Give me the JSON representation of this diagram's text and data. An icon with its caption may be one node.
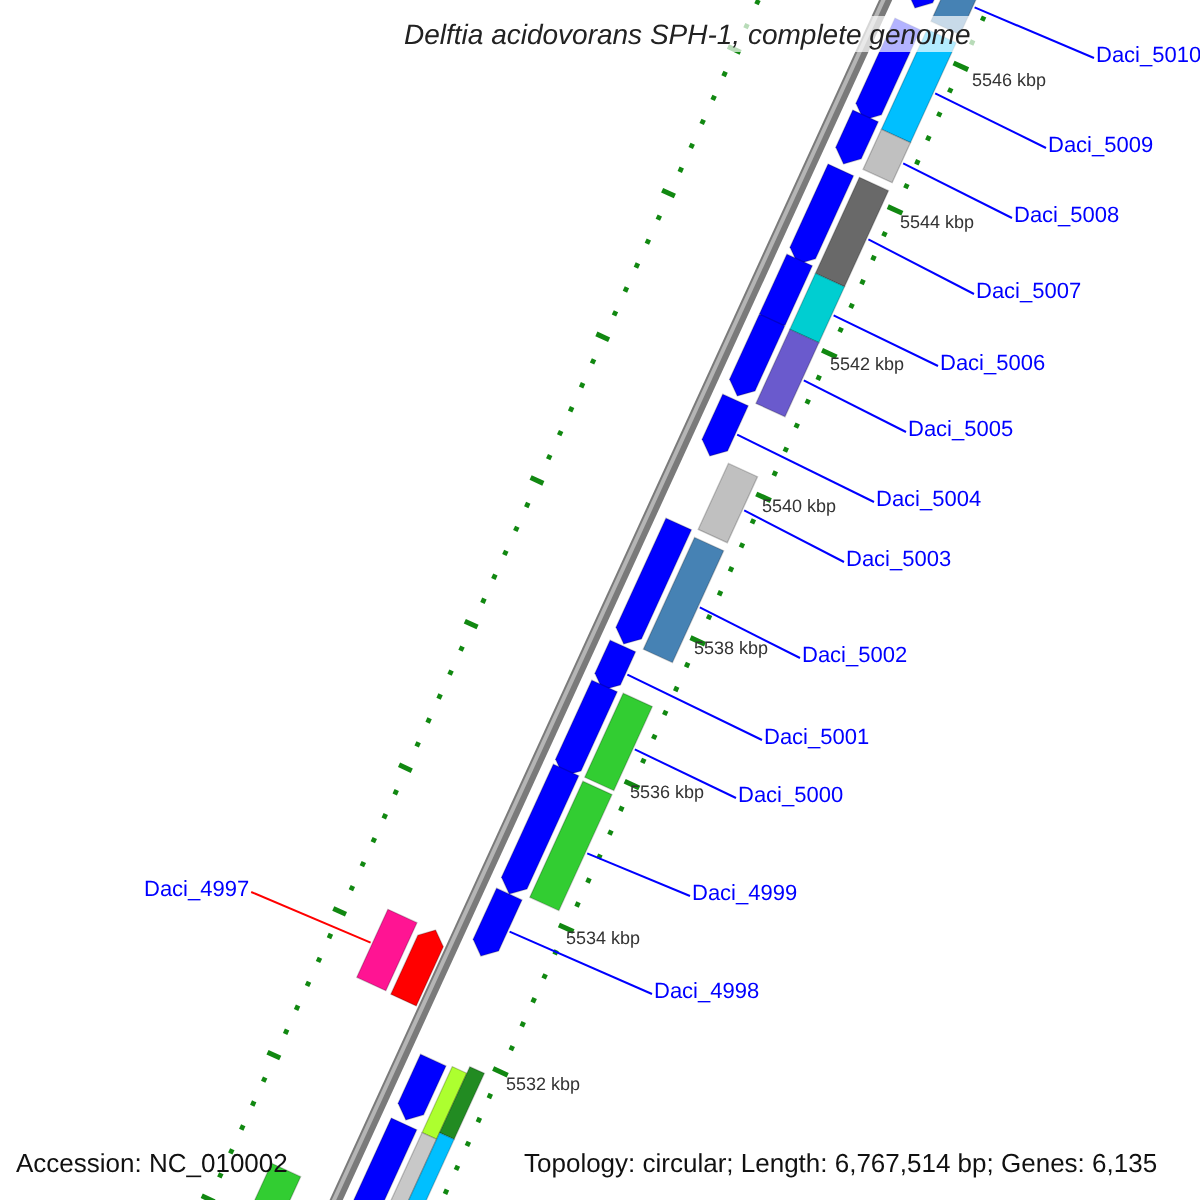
{
  "diagram": {
    "title": "Delftia acidovorans SPH-1, complete genome",
    "nodes": [
      {
        "text": [
          "Daci_5010"
        ]
      },
      {
        "text": [
          "Daci_5009"
        ]
      },
      {
        "text": [
          "Daci_5008"
        ]
      },
      {
        "text": [
          "Daci_5007"
        ]
      },
      {
        "text": [
          "Daci_5006"
        ]
      },
      {
        "text": [
          "Daci_5005"
        ]
      },
      {
        "text": [
          "Daci_5004"
        ]
      },
      {
        "text": [
          "Daci_5003"
        ]
      },
      {
        "text": [
          "Daci_5002"
        ]
      },
      {
        "text": [
          "Daci_5001"
        ]
      },
      {
        "text": [
          "Daci_5000"
        ]
      },
      {
        "text": [
          "Daci_4999"
        ]
      },
      {
        "text": [
          "Daci_4997"
        ]
      },
      {
        "text": [
          "Daci_4998"
        ]
      },
      {
        "text": [],
        "shape": "bar"
      },
      {
        "text": [],
        "shape": "bar"
      },
      {
        "text": [],
        "shape": "bar"
      },
      {
        "text": [],
        "shape": "bar"
      },
      {
        "text": [],
        "shape": "bar"
      },
      {
        "text": [],
        "shape": "bar"
      },
      {
        "text": [],
        "shape": "bar"
      },
      {
        "text": [],
        "shape": "bar"
      },
      {
        "text": [],
        "shape": "bar"
      },
      {
        "text": [],
        "shape": "bar"
      },
      {
        "text": [],
        "shape": "bar"
      },
      {
        "text": [],
        "shape": "bar"
      },
      {
        "text": [],
        "shape": "bar"
      },
      {
        "text": [],
        "shape": "bar"
      },
      {
        "text": [],
        "shape": "bar"
      },
      {
        "text": [],
        "shape": "bar"
      },
      {
        "text": [],
        "shape": "bar"
      },
      {
        "text": [],
        "shape": "bar"
      },
      {
        "text": [],
        "shape": "bar"
      },
      {
        "text": [],
        "shape": "bar"
      },
      {
        "text": [],
        "shape": "bar"
      },
      {
        "text": [],
        "shape": "bar"
      },
      {
        "text": [],
        "shape": "bar"
      },
      {
        "text": [],
        "shape": "bar"
      },
      {
        "text": [],
        "shape": "bar"
      },
      {
        "text": [],
        "shape": "bar"
      },
      {
        "text": [],
        "shape": "bar"
      },
      {
        "text": [],
        "shape": "bar"
      },
      {
        "text": [],
        "shape": "bar"
      },
      {
        "text": [],
        "shape": "bar"
      },
      {
        "text": [],
        "shape": "bar"
      }
    ],
    "edges": [
      {
        "from": 0,
        "to": 14,
        "arrow": "none"
      },
      {
        "from": 1,
        "to": 15,
        "arrow": "none"
      },
      {
        "from": 2,
        "to": 16,
        "arrow": "none"
      },
      {
        "from": 3,
        "to": 17,
        "arrow": "none"
      },
      {
        "from": 4,
        "to": 18,
        "arrow": "none"
      },
      {
        "from": 5,
        "to": 19,
        "arrow": "none"
      },
      {
        "from": 6,
        "to": 20,
        "arrow": "none"
      },
      {
        "from": 7,
        "to": 21,
        "arrow": "none"
      },
      {
        "from": 8,
        "to": 22,
        "arrow": "none"
      },
      {
        "from": 9,
        "to": 23,
        "arrow": "none"
      },
      {
        "from": 10,
        "to": 24,
        "arrow": "none"
      },
      {
        "from": 11,
        "to": 25,
        "arrow": "none"
      },
      {
        "from": 12,
        "to": 26,
        "arrow": "none",
        "color": "#ff0000"
      },
      {
        "from": 13,
        "to": 27,
        "arrow": "none"
      }
    ],
    "labels": [
      "5546 kbp",
      "5544 kbp",
      "5542 kbp",
      "5540 kbp",
      "5538 kbp",
      "5536 kbp",
      "5534 kbp",
      "5532 kbp",
      "Accession: NC_010002",
      "Topology: circular; Length: 6,767,514 bp; Genes: 6,135"
    ]
  }
}
